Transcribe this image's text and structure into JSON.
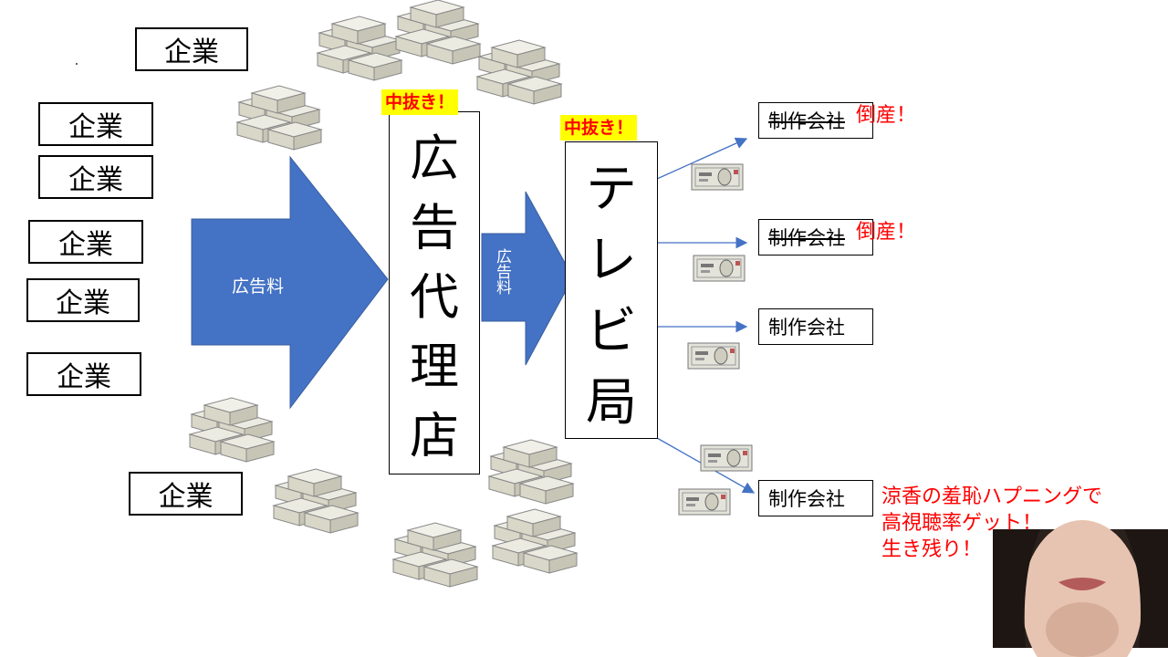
{
  "companies": [
    "企業",
    "企業",
    "企業",
    "企業",
    "企業",
    "企業",
    "企業"
  ],
  "ad_agency": {
    "chars": [
      "広",
      "告",
      "代",
      "理",
      "店"
    ],
    "tag": "中抜き！"
  },
  "tv_station": {
    "chars": [
      "テ",
      "レ",
      "ビ",
      "局"
    ],
    "tag": "中抜き！"
  },
  "arrows": {
    "big_label": "広告料",
    "small_label": "広告料"
  },
  "production": [
    {
      "label": "制作会社",
      "status": "倒産！"
    },
    {
      "label": "制作会社",
      "status": "倒産！"
    },
    {
      "label": "制作会社"
    },
    {
      "label": "制作会社"
    }
  ],
  "notes": {
    "survivor": [
      "涼香の羞恥ハプニングで",
      "高視聴率ゲット！",
      "生き残り！"
    ]
  },
  "colors": {
    "arrow_fill": "#4472c4",
    "line": "#4472c4",
    "highlight": "#ffff00",
    "alert": "#ff0000"
  },
  "icons": [
    "money-stack-icon",
    "banknote-icon",
    "photo-face"
  ]
}
